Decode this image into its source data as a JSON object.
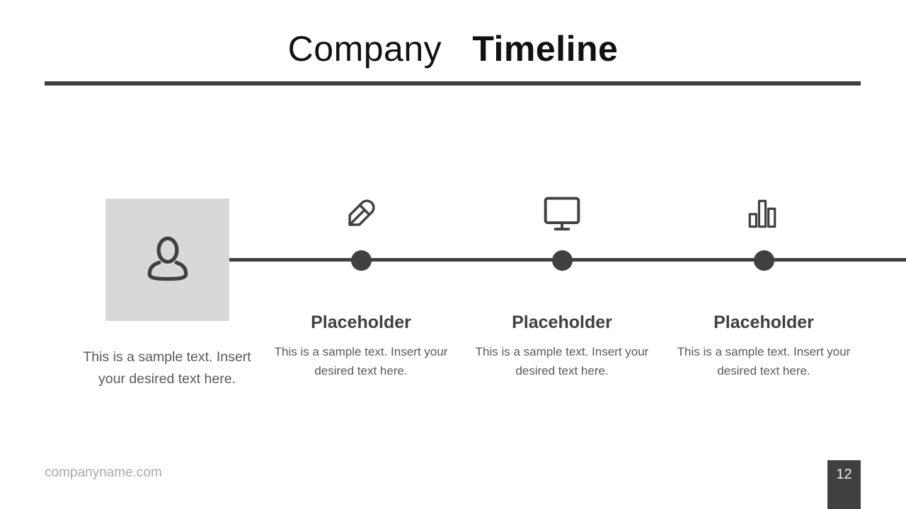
{
  "slide": {
    "title": {
      "regular": "Company",
      "bold": "Timeline"
    },
    "timeline": {
      "milestones": [
        {
          "icon": "person-icon",
          "heading": "",
          "body": "This is a sample text. Insert your desired text here."
        },
        {
          "icon": "pencil-icon",
          "heading": "Placeholder",
          "body": "This is a sample text. Insert your desired text here."
        },
        {
          "icon": "monitor-icon",
          "heading": "Placeholder",
          "body": "This is a sample text. Insert your desired text here."
        },
        {
          "icon": "bar-chart-icon",
          "heading": "Placeholder",
          "body": "This is a sample text. Insert your desired text here."
        }
      ]
    },
    "footer": {
      "website": "companyname.com",
      "page_number": "12"
    },
    "colors": {
      "accent_dark": "#404040",
      "square_gray": "#d8d8d8",
      "body_text": "#595959",
      "footer_text": "#a9a9a9"
    }
  }
}
